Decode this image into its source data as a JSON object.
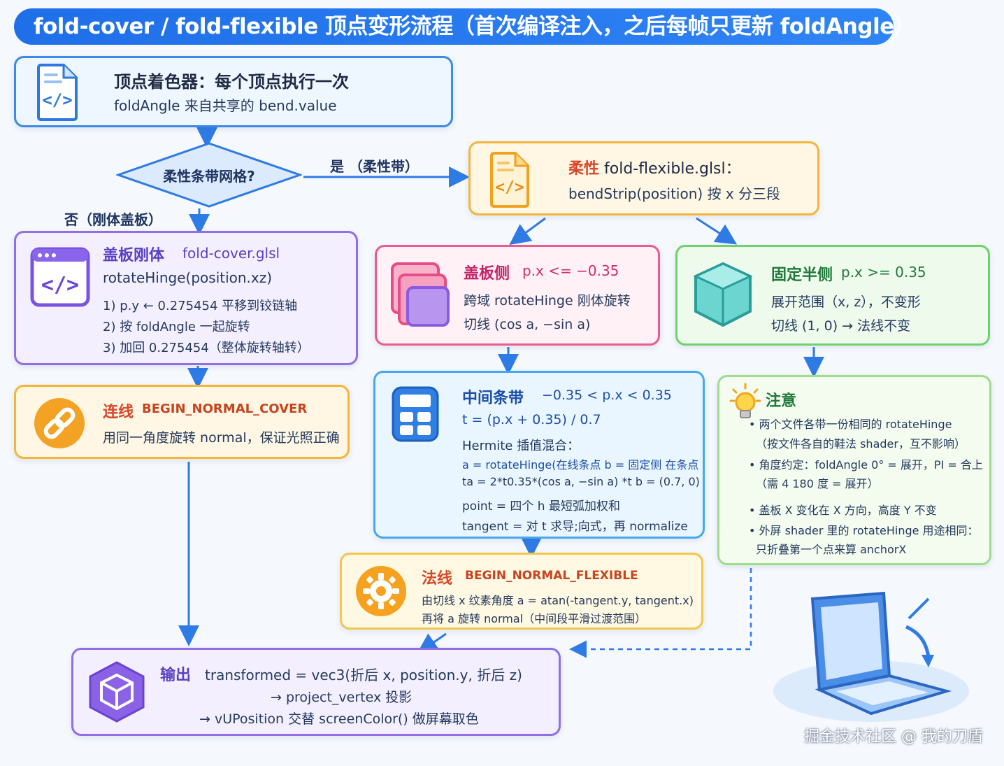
{
  "title": "fold-cover / fold-flexible 顶点变形流程（首次编译注入，之后每帧只更新 foldAngle）",
  "vertex_box": {
    "title": "顶点着色器：每个顶点执行一次",
    "line1": "foldAngle   来自共享的 bend.value"
  },
  "decision": {
    "label": "柔性条带网格?",
    "yes_label": "是 （柔性带）",
    "no_label": "否（刚体盖板）"
  },
  "flexible_box": {
    "title_prefix": "柔性",
    "title_rest": " fold-flexible.glsl：",
    "line1": "bendStrip(position)  按 x 分三段"
  },
  "cover_box": {
    "title": "盖板刚体",
    "file": "fold-cover.glsl",
    "line1": "rotateHinge(position.xz)",
    "step1": "1) p.y ← 0.275454  平移到铰链轴",
    "step2": "2) 按 foldAngle  一起旋转",
    "step3": "3) 加回 0.275454（整体旋转轴转）"
  },
  "cover_side_box": {
    "title": "盖板侧",
    "cond": "p.x <= −0.35",
    "line1": "跨域 rotateHinge 刚体旋转",
    "line2": "切线 (cos a, −sin a)"
  },
  "fixed_box": {
    "title": "固定半侧",
    "cond": "p.x >= 0.35",
    "line1": "展开范围（x, z），不变形",
    "line2": "切线 (1, 0) → 法线不变"
  },
  "normal_cover_box": {
    "title": "连线",
    "tag": "BEGIN_NORMAL_COVER",
    "line1": "用同一角度旋转 normal，保证光照正确"
  },
  "middle_box": {
    "title": "中间条带",
    "cond": "−0.35 < p.x < 0.35",
    "line1": "t = (p.x + 0.35) / 0.7",
    "line2": "Hermite 插值混合：",
    "line3": "a = rotateHinge(在线条点 b = 固定侧 在条点",
    "line4": "ta  = 2*t0.35*(cos a, −sin a) *t b = (0.7, 0)",
    "line5": "point = 四个 h 最短弧加权和",
    "line6": "tangent = 对 t 求导;向式，再 normalize"
  },
  "note_box": {
    "title": "注意",
    "b1a": "• 两个文件各带一份相同的 rotateHinge",
    "b1b": "（按文件各自的鞋法 shader，互不影响）",
    "b2a": "• 角度约定：foldAngle 0° = 展开，PI = 合上",
    "b2b": "（需 4 180 度 = 展开）",
    "b3": "• 盖板 X 变化在 X 方向，高度 Y 不变",
    "b4a": "• 外屏 shader 里的 rotateHinge 用途相同：",
    "b4b": "只折叠第一个点来算 anchorX"
  },
  "normal_flex_box": {
    "title": "法线",
    "tag": "BEGIN_NORMAL_FLEXIBLE",
    "line1": "由切线 x 纹素角度 a = atan(-tangent.y, tangent.x)",
    "line2": "再将 a 旋转 normal（中间段平滑过渡范围）"
  },
  "output_box": {
    "title": "输出",
    "line1": "transformed = vec3(折后 x, position.y, 折后 z)",
    "line2": "→ project_vertex 投影",
    "line3": "→ vUPosition 交替 screenColor() 做屏幕取色"
  },
  "watermark": "掘金技术社区 @ 我的刀盾",
  "colors": {
    "title_bg": "#1f6fe8",
    "blue": "#3d8be8",
    "orange": "#f3b63c",
    "purple": "#8f6ee6",
    "pink": "#ee5a8f",
    "green": "#6fd16c",
    "sky": "#46a8ef"
  }
}
